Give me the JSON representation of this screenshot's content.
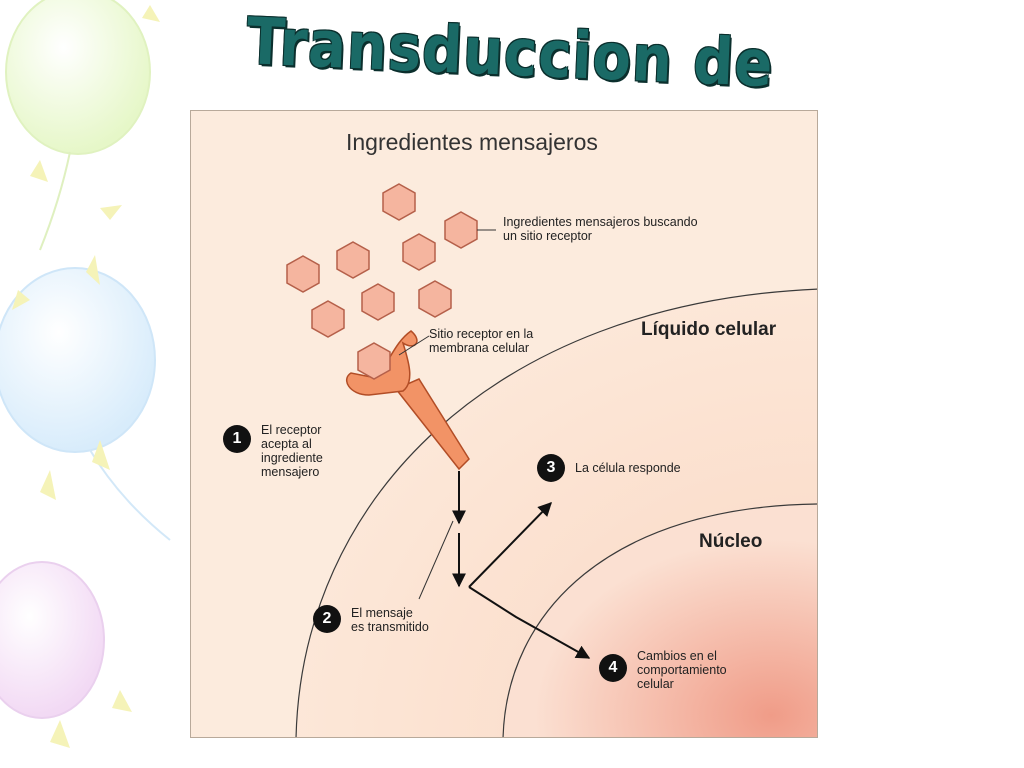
{
  "slide": {
    "title": "Transduccion de señales"
  },
  "figure": {
    "heading": "Ingredientes mensajeros",
    "callouts": {
      "messengers": "Ingredientes mensajeros buscando\nun sitio receptor",
      "receptor_site": "Sitio receptor en la\nmembrana celular"
    },
    "regions": {
      "cell_fluid": "Líquido celular",
      "nucleus": "Núcleo"
    },
    "steps": [
      {
        "number": "1",
        "text": "El receptor\nacepta al\ningrediente\nmensajero"
      },
      {
        "number": "2",
        "text": "El mensaje\nes transmitido"
      },
      {
        "number": "3",
        "text": "La célula responde"
      },
      {
        "number": "4",
        "text": "Cambios en el\ncomportamiento\ncelular"
      }
    ],
    "colors": {
      "outside": "#fbe8d8",
      "cytoplasm": "#fbe0cc",
      "nucleus": "#f4b9a4",
      "messenger": "#f5b59f",
      "receptor": "#f29366",
      "title": "#1a6a66"
    }
  }
}
